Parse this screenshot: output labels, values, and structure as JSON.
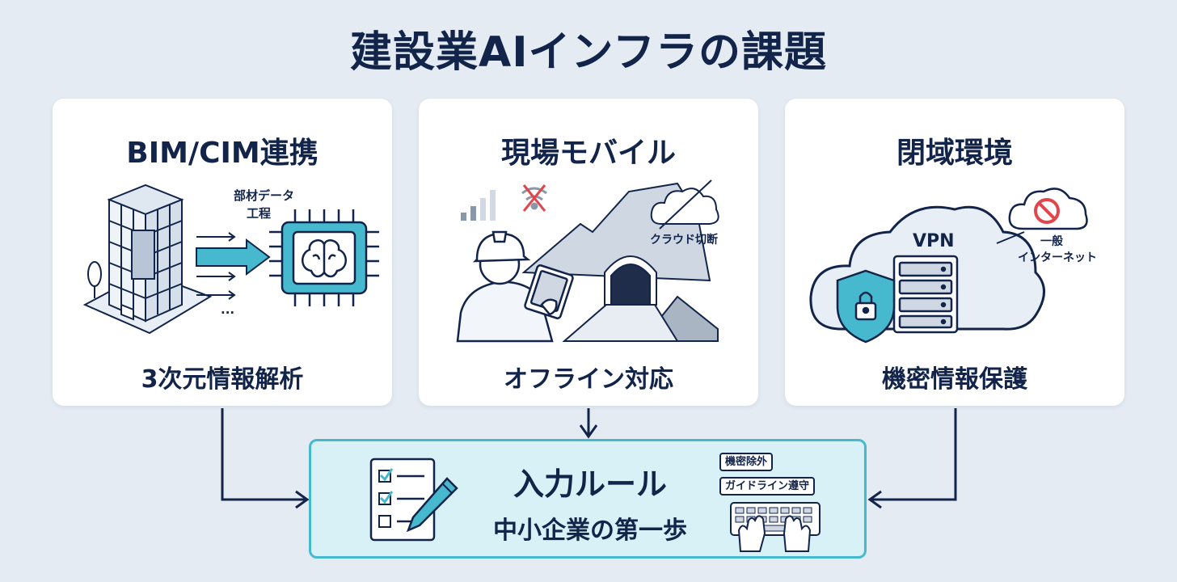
{
  "title": "建設業AIインフラの課題",
  "cards": [
    {
      "title": "BIM/CIM連携",
      "caption": "3次元情報解析",
      "label_line1": "部材データ",
      "label_line2": "工程",
      "dots": "..."
    },
    {
      "title": "現場モバイル",
      "caption": "オフライン対応",
      "cloud_label": "クラウド切断"
    },
    {
      "title": "閉域環境",
      "caption": "機密情報保護",
      "vpn_label": "VPN",
      "internet_line1": "一般",
      "internet_line2": "インターネット"
    }
  ],
  "bottom": {
    "title": "入力ルール",
    "subtitle": "中小企業の第一歩",
    "tag1": "機密除外",
    "tag2": "ガイドライン遵守"
  },
  "colors": {
    "background": "#e4ebf3",
    "navy": "#13244a",
    "accent_cyan": "#47b9cf",
    "panel": "#d8f1f6",
    "warning_red": "#e0474c"
  }
}
